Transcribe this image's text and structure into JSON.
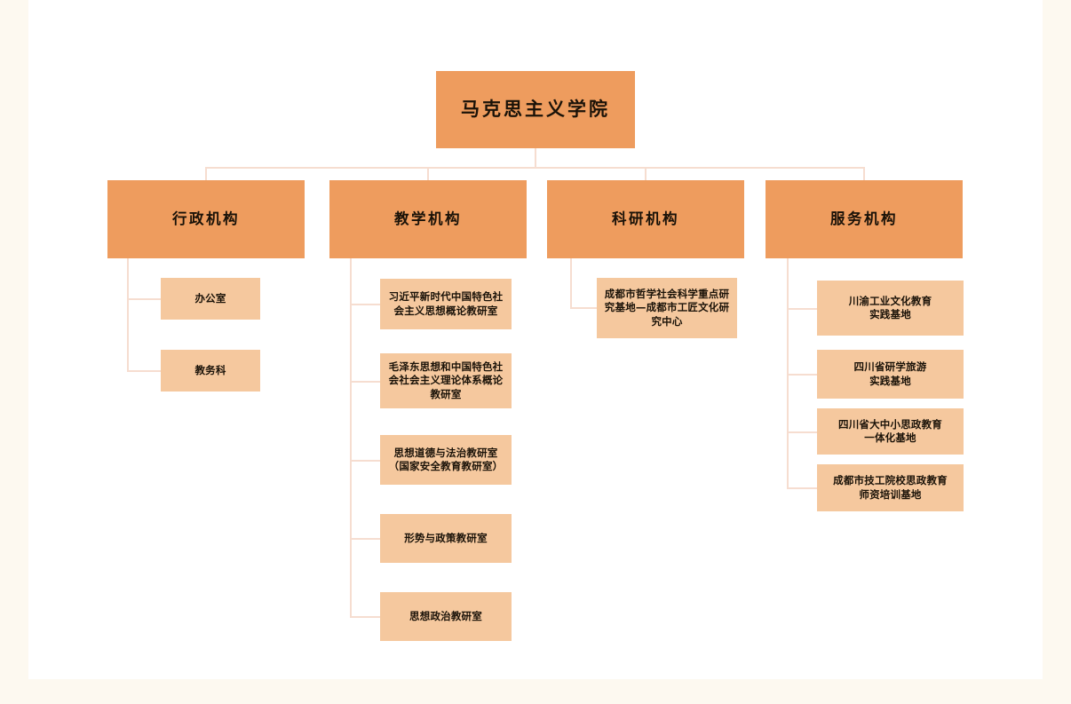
{
  "page": {
    "background_color": "#fdf9f0",
    "panel_color": "#ffffff",
    "node_color_primary": "#ee9c5e",
    "node_color_leaf": "#f5c89e",
    "connector_color": "#f6ddd0"
  },
  "chart": {
    "type": "org-chart",
    "root": {
      "label": "马克思主义学院"
    },
    "branches": [
      {
        "key": "administrative",
        "label": "行政机构",
        "children": [
          {
            "label": "办公室"
          },
          {
            "label": "教务科"
          }
        ]
      },
      {
        "key": "teaching",
        "label": "教学机构",
        "children": [
          {
            "label": "习近平新时代中国特色社\n会主义思想概论教研室"
          },
          {
            "label": "毛泽东思想和中国特色社\n会社会主义理论体系概论\n教研室"
          },
          {
            "label": "思想道德与法治教研室\n（国家安全教育教研室）"
          },
          {
            "label": "形势与政策教研室"
          },
          {
            "label": "思想政治教研室"
          }
        ]
      },
      {
        "key": "research",
        "label": "科研机构",
        "children": [
          {
            "label": "成都市哲学社会科学重点研\n究基地—成都市工匠文化研\n究中心"
          }
        ]
      },
      {
        "key": "service",
        "label": "服务机构",
        "children": [
          {
            "label": "川渝工业文化教育\n实践基地"
          },
          {
            "label": "四川省研学旅游\n实践基地"
          },
          {
            "label": "四川省大中小思政教育\n一体化基地"
          },
          {
            "label": "成都市技工院校思政教育\n师资培训基地"
          }
        ]
      }
    ]
  }
}
